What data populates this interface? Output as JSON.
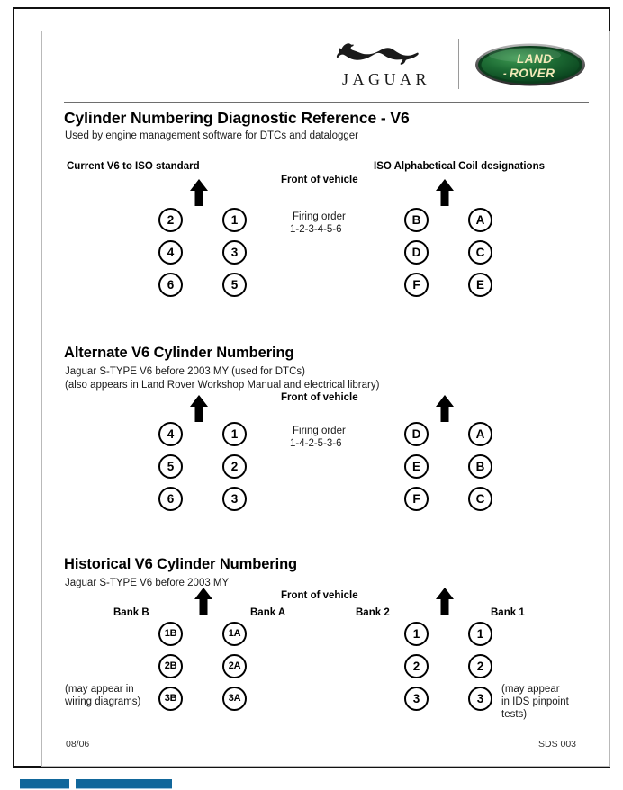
{
  "header": {
    "jaguar_wordmark": "JAGUAR",
    "landrover_line1": "LAND",
    "landrover_line2": "ROVER",
    "brand_green": "#1d6b34",
    "brand_green_dark": "#0b3d1c",
    "brand_gold": "#c9a227"
  },
  "document": {
    "title": "Cylinder Numbering Diagnostic Reference - V6",
    "subtitle": "Used by engine management software for DTCs and datalogger"
  },
  "sections": [
    {
      "id": "current-iso",
      "left_heading": "Current V6 to ISO standard",
      "right_heading": "ISO Alphabetical Coil designations",
      "front_label": "Front of vehicle",
      "firing_order_label": "Firing order",
      "firing_order_value": "1-2-3-4-5-6",
      "left_diagram": {
        "outer_column": [
          "2",
          "4",
          "6"
        ],
        "inner_column": [
          "1",
          "3",
          "5"
        ]
      },
      "right_diagram": {
        "inner_column": [
          "B",
          "D",
          "F"
        ],
        "outer_column": [
          "A",
          "C",
          "E"
        ]
      }
    },
    {
      "id": "alternate",
      "title": "Alternate V6 Cylinder Numbering",
      "sub1": "Jaguar S-TYPE V6 before 2003 MY (used for DTCs)",
      "sub2": "(also appears in Land Rover Workshop Manual and electrical library)",
      "front_label": "Front of vehicle",
      "firing_order_label": "Firing order",
      "firing_order_value": "1-4-2-5-3-6",
      "left_diagram": {
        "outer_column": [
          "4",
          "5",
          "6"
        ],
        "inner_column": [
          "1",
          "2",
          "3"
        ]
      },
      "right_diagram": {
        "inner_column": [
          "D",
          "E",
          "F"
        ],
        "outer_column": [
          "A",
          "B",
          "C"
        ]
      }
    },
    {
      "id": "historical",
      "title": "Historical V6 Cylinder Numbering",
      "sub1": "Jaguar S-TYPE V6 before 2003 MY",
      "front_label": "Front of vehicle",
      "bank_b_label": "Bank B",
      "bank_a_label": "Bank A",
      "bank_2_label": "Bank 2",
      "bank_1_label": "Bank 1",
      "note_left_line1": "(may appear in",
      "note_left_line2": "wiring diagrams)",
      "note_right_line1": "(may appear",
      "note_right_line2": "in IDS pinpoint",
      "note_right_line3": "tests)",
      "left_diagram": {
        "outer_column": [
          "1B",
          "2B",
          "3B"
        ],
        "inner_column": [
          "1A",
          "2A",
          "3A"
        ]
      },
      "right_diagram": {
        "inner_column": [
          "1",
          "2",
          "3"
        ],
        "outer_column": [
          "1",
          "2",
          "3"
        ]
      }
    }
  ],
  "footer": {
    "date_code": "08/06",
    "doc_code": "SDS 003"
  },
  "taskbar": {
    "chip_color": "#11679b"
  }
}
